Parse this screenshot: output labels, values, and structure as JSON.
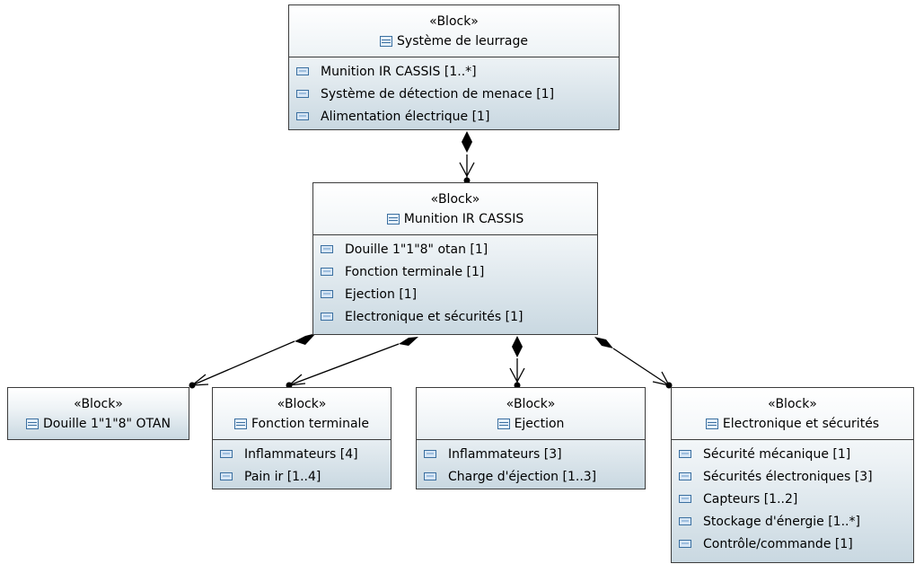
{
  "blocks": {
    "systeme": {
      "stereotype": "«Block»",
      "name": "Système de leurrage",
      "parts": [
        "Munition IR CASSIS [1..*]",
        "Système de détection de menace [1]",
        "Alimentation électrique [1]"
      ]
    },
    "munition": {
      "stereotype": "«Block»",
      "name": "Munition IR CASSIS",
      "parts": [
        "Douille 1\"1\"8\" otan [1]",
        "Fonction terminale [1]",
        "Ejection [1]",
        "Electronique et sécurités [1]"
      ]
    },
    "douille": {
      "stereotype": "«Block»",
      "name": "Douille 1\"1\"8\" OTAN",
      "parts": []
    },
    "fonction": {
      "stereotype": "«Block»",
      "name": "Fonction terminale",
      "parts": [
        "Inflammateurs [4]",
        "Pain ir [1..4]"
      ]
    },
    "ejection": {
      "stereotype": "«Block»",
      "name": "Ejection",
      "parts": [
        "Inflammateurs [3]",
        "Charge d'éjection [1..3]"
      ]
    },
    "electronique": {
      "stereotype": "«Block»",
      "name": "Electronique et sécurités",
      "parts": [
        "Sécurité mécanique [1]",
        "Sécurités électroniques [3]",
        "Capteurs [1..2]",
        "Stockage d'énergie [1..*]",
        "Contrôle/commande [1]"
      ]
    }
  },
  "connectors": [
    {
      "from": "systeme",
      "to": "munition",
      "kind": "composition"
    },
    {
      "from": "munition",
      "to": "douille",
      "kind": "composition"
    },
    {
      "from": "munition",
      "to": "fonction",
      "kind": "composition"
    },
    {
      "from": "munition",
      "to": "ejection",
      "kind": "composition"
    },
    {
      "from": "munition",
      "to": "electronique",
      "kind": "composition"
    }
  ],
  "colors": {
    "border": "#3c3c3c",
    "gradient_top": "#ffffff",
    "gradient_bottom": "#c9d8e1",
    "icon": "#3a6fa0",
    "line": "#000000"
  },
  "icons": {
    "block": "block-icon",
    "part": "part-property-icon",
    "diamond": "composition-diamond"
  }
}
